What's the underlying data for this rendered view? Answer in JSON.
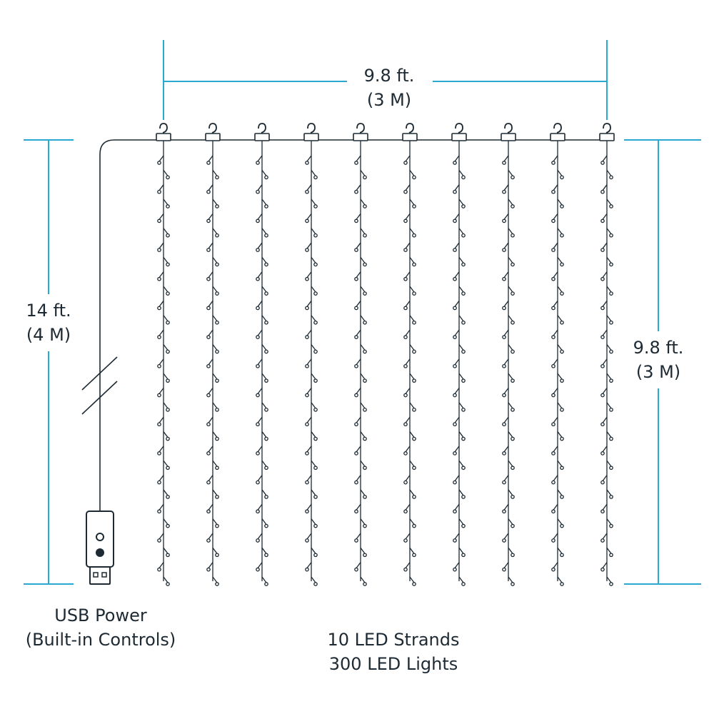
{
  "diagram": {
    "strand_count": 10,
    "leds_per_strand": 30,
    "colors": {
      "dimension": "#29a8d3",
      "wire": "#1d2a33",
      "background": "#ffffff"
    },
    "width_label": {
      "line1": "9.8 ft.",
      "line2": "(3 M)"
    },
    "cable_length_label": {
      "line1": "14 ft.",
      "line2": "(4 M)"
    },
    "height_label": {
      "line1": "9.8 ft.",
      "line2": "(3 M)"
    },
    "usb_label": {
      "line1": "USB Power",
      "line2": "(Built-in Controls)"
    },
    "spec_label": {
      "line1": "10 LED Strands",
      "line2": "300 LED Lights"
    }
  }
}
